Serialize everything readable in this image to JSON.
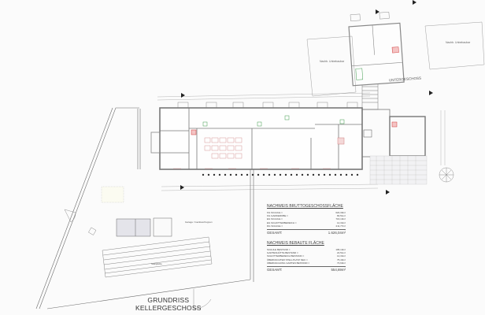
{
  "drawing": {
    "title_line1": "GRUNDRISS",
    "title_line2": "KELLERGESCHOSS",
    "level_label": "UNTERGESCHOSS",
    "neighbor_left": "Nachb. Unbebaubar",
    "neighbor_right": "Nachb. Unbebaubar",
    "parking_label": "Stellplätze",
    "garage_label": "Garage / Geräteschuppen"
  },
  "table_gross_floor_area": {
    "heading": "NACHWEIS BRUTTOGESCHOSSFLÄCHE",
    "rows": [
      {
        "label": "KG SCHULE =",
        "value": "620,39m²"
      },
      {
        "label": "KG GARDEROBE =",
        "value": "83,51m²"
      },
      {
        "label": "EG SCHULE =",
        "value": "716,10m²"
      },
      {
        "label": "EG SCHOTTERBEREICH =",
        "value": "14,34m²"
      },
      {
        "label": "DG SCHULE =",
        "value": "211,77m²"
      }
    ],
    "total_label": "GESAMT:",
    "total_value": "1.626,04m²"
  },
  "table_built_area": {
    "heading": "NACHWEIS BEBAUTE FLÄCHE",
    "rows": [
      {
        "label": "SCHULE BESTAND =",
        "value": "195,10m²"
      },
      {
        "label": "GARTENHÜTTE BESTAND =",
        "value": "22,51m²"
      },
      {
        "label": "SCHOTTERBEREICH BESTAND =",
        "value": "14,34m²"
      },
      {
        "label": "ÜBERDACHTER STELLPLATZ NEU =",
        "value": "75,40m²"
      },
      {
        "label": "ÜBERDACHUNG GARTEN BESTAND =",
        "value": "73,60m²"
      }
    ],
    "total_label": "GESAMT:",
    "total_value": "554,69m²"
  },
  "colors": {
    "line": "#6a6a6a",
    "wall": "#888888",
    "accent_red": "#d23c3c",
    "accent_green": "#3c9a4a",
    "furniture": "#d08080",
    "background": "#fbfbfb"
  }
}
